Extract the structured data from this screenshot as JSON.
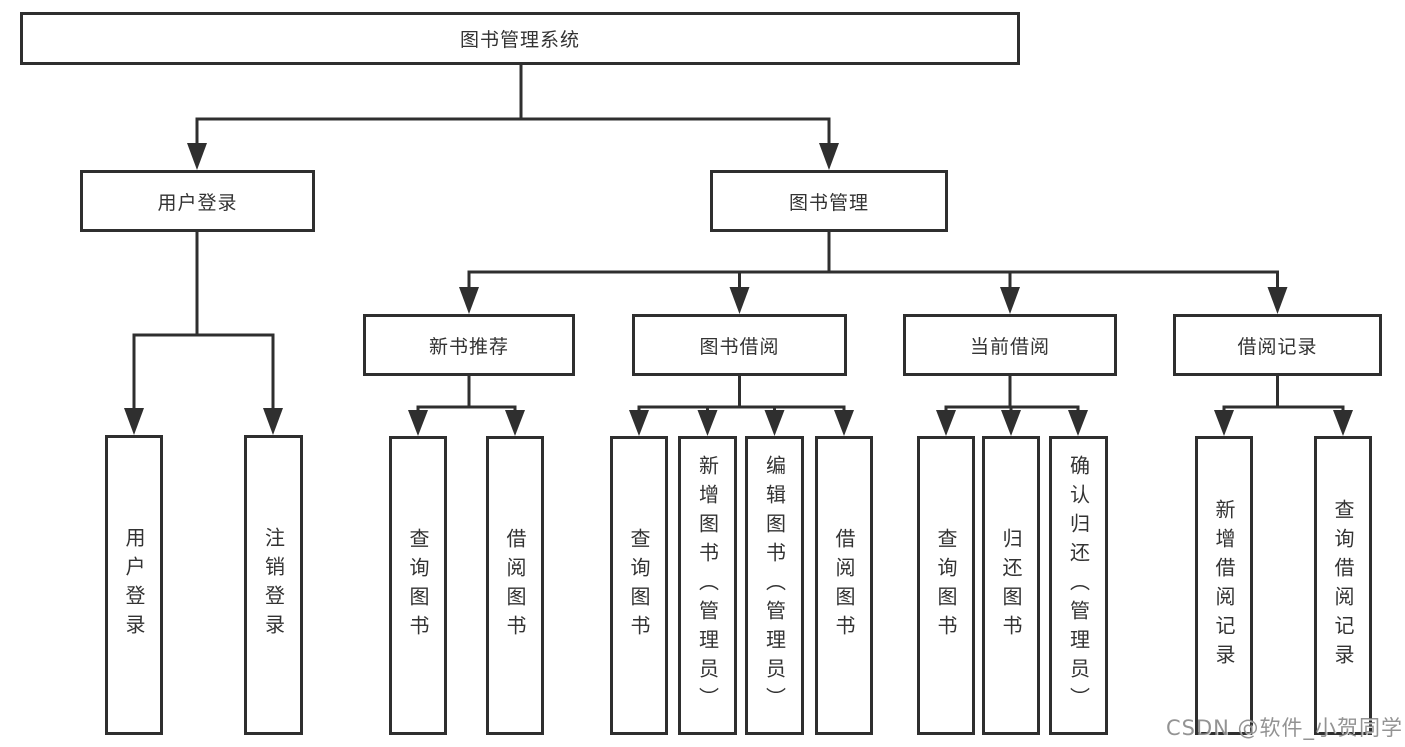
{
  "diagram": {
    "type": "hierarchy-tree",
    "orientation": "top-down"
  },
  "tree": {
    "label": "图书管理系统",
    "children": [
      {
        "label": "用户登录",
        "children": [
          {
            "label": "用户登录"
          },
          {
            "label": "注销登录"
          }
        ]
      },
      {
        "label": "图书管理",
        "children": [
          {
            "label": "新书推荐",
            "children": [
              {
                "label": "查询图书"
              },
              {
                "label": "借阅图书"
              }
            ]
          },
          {
            "label": "图书借阅",
            "children": [
              {
                "label": "查询图书"
              },
              {
                "label": "新增图书（管理员）"
              },
              {
                "label": "编辑图书（管理员）"
              },
              {
                "label": "借阅图书"
              }
            ]
          },
          {
            "label": "当前借阅",
            "children": [
              {
                "label": "查询图书"
              },
              {
                "label": "归还图书"
              },
              {
                "label": "确认归还（管理员）"
              }
            ]
          },
          {
            "label": "借阅记录",
            "children": [
              {
                "label": "新增借阅记录"
              },
              {
                "label": "查询借阅记录"
              }
            ]
          }
        ]
      }
    ]
  },
  "watermark": {
    "text": "CSDN @软件_小贺同学"
  },
  "colors": {
    "line": "#2f2f2f",
    "box_border": "#2f2f2f",
    "box_background": "#ffffff",
    "text": "#333333",
    "watermark": "#808080",
    "background": "#ffffff"
  }
}
